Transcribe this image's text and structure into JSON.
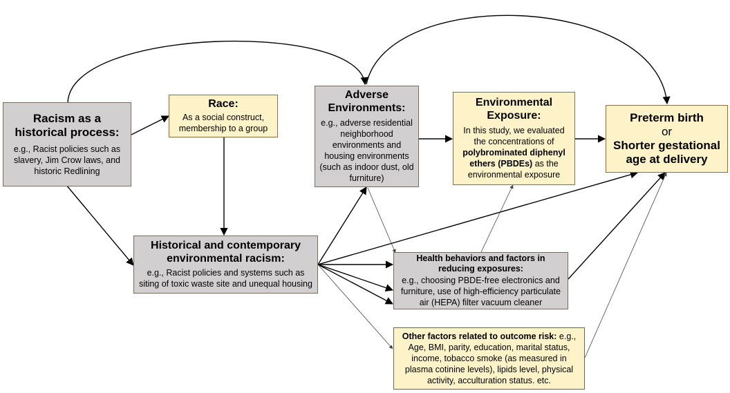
{
  "boxes": {
    "racism_historical": {
      "title": "Racism as a historical process:",
      "body": "e.g., Racist policies such as slavery, Jim Crow laws, and historic Redlining"
    },
    "race": {
      "title": "Race:",
      "body": "As a social construct, membership to a group"
    },
    "adverse_env": {
      "title": "Adverse Environments:",
      "body": "e.g., adverse residential neighborhood environments and housing environments (such as indoor dust, old furniture)"
    },
    "env_exposure": {
      "title": "Environmental Exposure:",
      "body_pre": "In this study, we evaluated the concentrations of",
      "body_bold": "polybrominated diphenyl ethers (PBDEs)",
      "body_post": "as the environmental exposure"
    },
    "preterm": {
      "line1": "Preterm birth",
      "line2": "or",
      "line3": "Shorter gestational age at delivery"
    },
    "env_racism": {
      "title": "Historical and contemporary environmental racism:",
      "body": "e.g., Racist policies and systems such as siting of toxic waste site and unequal housing"
    },
    "health_behaviors": {
      "title": "Health behaviors and factors in reducing exposures:",
      "body": "e.g., choosing PBDE-free electronics and furniture, use of high-efficiency particulate air (HEPA) filter vacuum cleaner"
    },
    "other_factors": {
      "title": "Other factors related to outcome risk:",
      "body": "e.g., Age, BMI, parity, education, marital status, income, tobacco smoke (as measured in plasma cotinine levels), lipids level, physical activity, acculturation status. etc."
    }
  },
  "colors": {
    "grey_fill": "#d1cfcf",
    "cream_fill": "#fdf2c8",
    "arrow": "#000000",
    "thin_arrow": "#555555"
  }
}
